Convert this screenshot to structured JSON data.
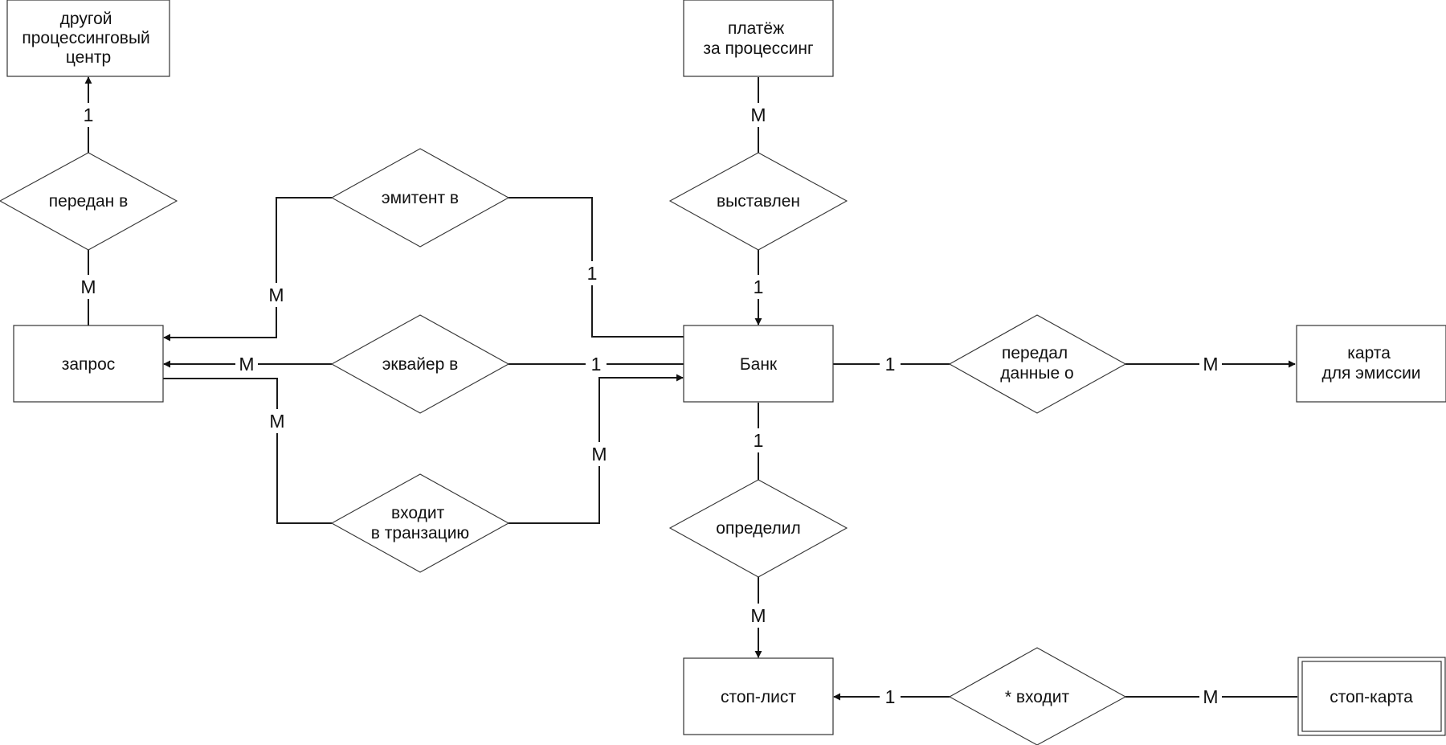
{
  "diagram": {
    "entities": {
      "other_center": [
        "другой",
        "процессинговый",
        "центр"
      ],
      "processing_payment": [
        "платёж",
        "за процессинг"
      ],
      "request": [
        "запрос"
      ],
      "bank": [
        "Банк"
      ],
      "card_for_emission": [
        "карта",
        "для эмиссии"
      ],
      "stop_list": [
        "стоп-лист"
      ],
      "stop_card": [
        "стоп-карта"
      ]
    },
    "relationships": {
      "transferred_to": [
        "передан в"
      ],
      "issuer_in": [
        "эмитент в"
      ],
      "invoiced": [
        "выставлен"
      ],
      "acquirer_in": [
        "эквайер в"
      ],
      "transferred_data": [
        "передал",
        "данные о"
      ],
      "enters_transaction": [
        "входит",
        "в транзацию"
      ],
      "determined": [
        "определил"
      ],
      "enters": [
        "* входит"
      ]
    },
    "cardinalities": {
      "transferred_to_top": "1",
      "transferred_to_bottom": "М",
      "issuer_left": "М",
      "issuer_right": "1",
      "payment_top": "М",
      "payment_bottom": "1",
      "acquirer_left": "М",
      "acquirer_right": "1",
      "data_left": "1",
      "data_right": "М",
      "transaction_left": "М",
      "transaction_right": "М",
      "determined_top": "1",
      "determined_bottom": "М",
      "enters_left": "1",
      "enters_right": "М"
    }
  }
}
